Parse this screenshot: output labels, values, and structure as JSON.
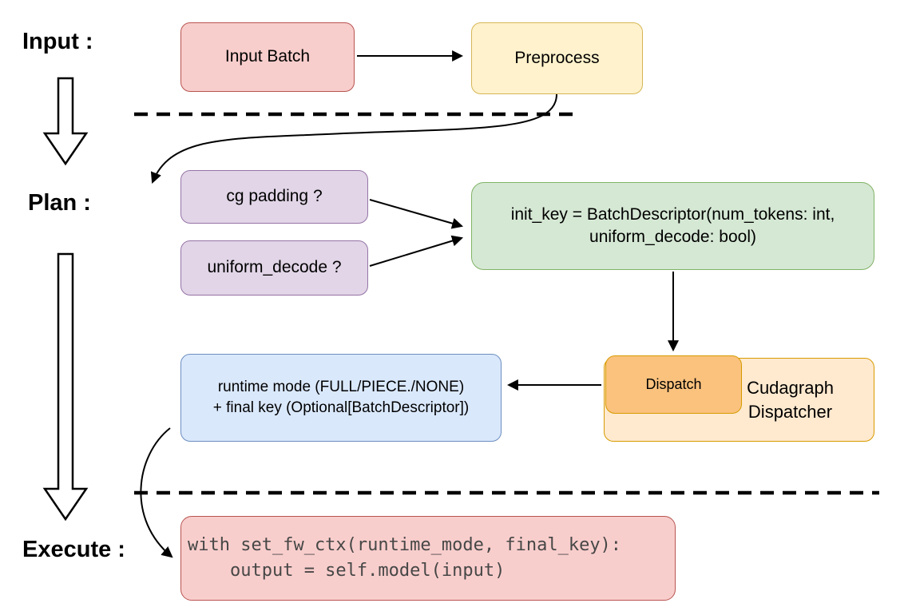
{
  "labels": {
    "input": "Input :",
    "plan": "Plan :",
    "execute": "Execute :"
  },
  "nodes": {
    "input_batch": {
      "label": "Input Batch"
    },
    "preprocess": {
      "label": "Preprocess"
    },
    "cg_padding": {
      "label": "cg padding ?"
    },
    "uniform_decode": {
      "label": "uniform_decode ?"
    },
    "init_key": {
      "line1": "init_key = BatchDescriptor(num_tokens: int,",
      "line2": "uniform_decode: bool)"
    },
    "runtime_mode": {
      "line1": "runtime mode (FULL/PIECE./NONE)",
      "line2": "+ final key (Optional[BatchDescriptor])"
    },
    "dispatch": {
      "label": "Dispatch"
    },
    "cudagraph_dispatcher": {
      "line1": "Cudagraph",
      "line2": "Dispatcher"
    },
    "execute_code": {
      "line1": "with set_fw_ctx(runtime_mode, final_key):",
      "line2": "    output = self.model(input)"
    }
  },
  "colors": {
    "red_fill": "#f8cecc",
    "red_stroke": "#b85450",
    "yellow_fill": "#fff2cc",
    "yellow_stroke": "#d6b656",
    "purple_fill": "#e1d5e7",
    "purple_stroke": "#9673a6",
    "green_fill": "#d5e8d4",
    "green_stroke": "#82b366",
    "blue_fill": "#dae8fc",
    "blue_stroke": "#6c8ebf",
    "orange_fill": "#ffe9cf",
    "orange_inner_fill": "#fac27d",
    "orange_stroke": "#d79b00",
    "arrow": "#000000"
  }
}
